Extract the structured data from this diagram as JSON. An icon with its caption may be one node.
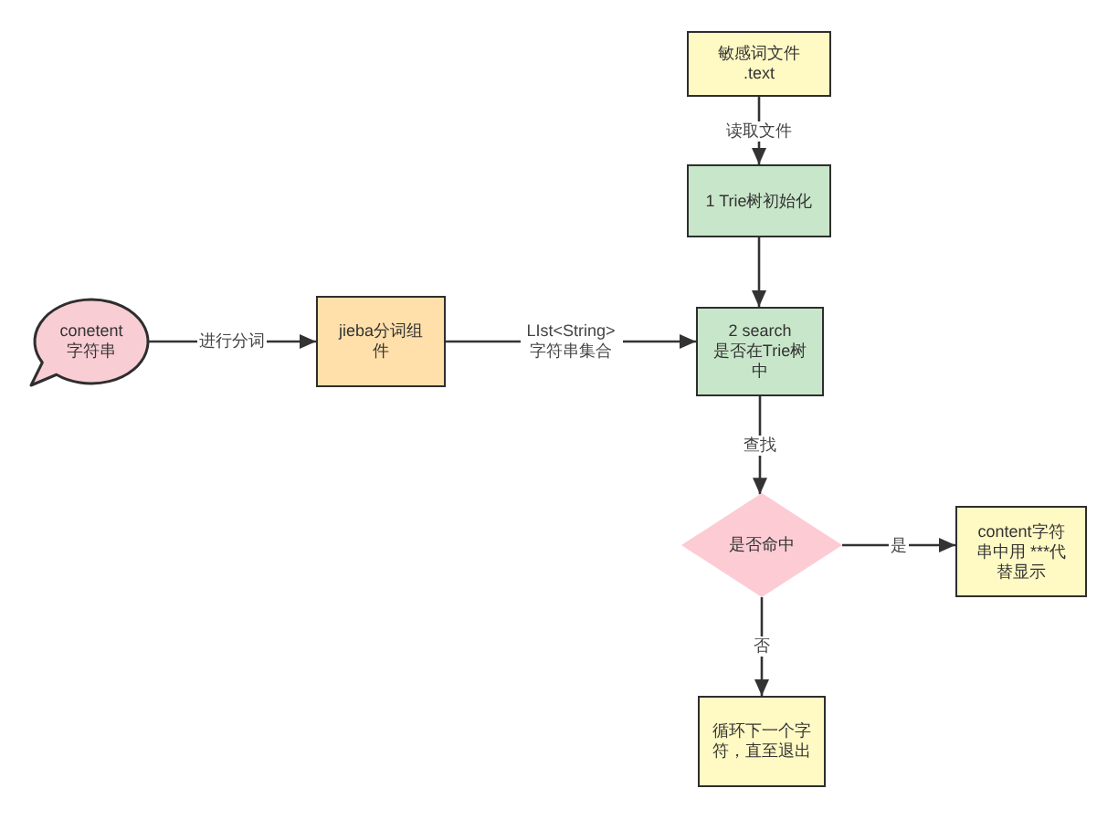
{
  "diagram": {
    "nodes": [
      {
        "text": [
          "conetent 字符串"
        ]
      },
      {
        "text": [
          "jieba分词组件"
        ]
      },
      {
        "text": [
          "敏感词文件 .text"
        ]
      },
      {
        "text": [
          "1 Trie树初始化"
        ]
      },
      {
        "text": [
          "2 search 是否在Trie树中"
        ]
      },
      {
        "text": [
          "是否命中"
        ]
      },
      {
        "text": [
          "content字符串中用 ***代替显示"
        ]
      },
      {
        "text": [
          "循环下一个字符，直至退出"
        ]
      }
    ],
    "edges": [
      {
        "from": 0,
        "to": 1,
        "arrow": "to",
        "label": "进行分词"
      },
      {
        "from": 1,
        "to": 4,
        "arrow": "to",
        "label": "LIst<String> 字符串集合"
      },
      {
        "from": 2,
        "to": 3,
        "arrow": "to",
        "label": "读取文件"
      },
      {
        "from": 3,
        "to": 4,
        "arrow": "to"
      },
      {
        "from": 4,
        "to": 5,
        "arrow": "to",
        "label": "查找"
      },
      {
        "from": 5,
        "to": 6,
        "arrow": "to",
        "label": "是"
      },
      {
        "from": 5,
        "to": 7,
        "arrow": "to",
        "label": "否"
      }
    ]
  }
}
